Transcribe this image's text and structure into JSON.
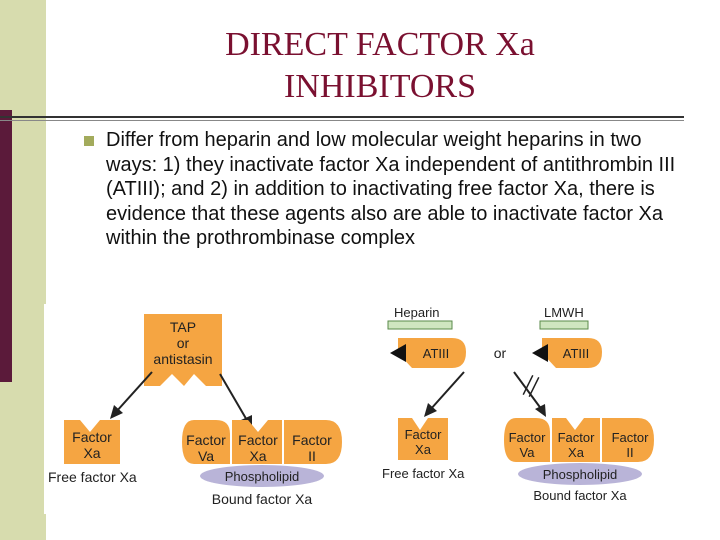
{
  "slide": {
    "title_line1": "DIRECT FACTOR Xa",
    "title_line2": "INHIBITORS",
    "bullet_text": "Differ from heparin and low molecular weight heparins in two ways: 1) they inactivate factor Xa independent of antithrombin III (ATIII); and 2) in addition to inactivating free factor Xa, there is evidence that these agents also are able to inactivate factor Xa within the prothrombinase complex"
  },
  "figure_left": {
    "inhibitor_line1": "TAP",
    "inhibitor_line2": "or",
    "inhibitor_line3": "antistasin",
    "free_factor_line1": "Factor",
    "free_factor_line2": "Xa",
    "free_caption": "Free factor Xa",
    "va_line1": "Factor",
    "va_line2": "Va",
    "xa_line1": "Factor",
    "xa_line2": "Xa",
    "ii_line1": "Factor",
    "ii_line2": "II",
    "phospholipid": "Phospholipid",
    "bound_caption": "Bound factor Xa"
  },
  "figure_right": {
    "heparin": "Heparin",
    "lmwh": "LMWH",
    "atiii_left": "ATIII",
    "or": "or",
    "atiii_right": "ATIII",
    "free_factor_line1": "Factor",
    "free_factor_line2": "Xa",
    "free_caption": "Free factor Xa",
    "va_line1": "Factor",
    "va_line2": "Va",
    "xa_line1": "Factor",
    "xa_line2": "Xa",
    "ii_line1": "Factor",
    "ii_line2": "II",
    "phospholipid": "Phospholipid",
    "bound_caption": "Bound factor Xa"
  },
  "colors": {
    "title": "#7a1030",
    "sidebar": "#d7dcae",
    "sidebar_dark": "#5b1a3a",
    "bullet": "#a3ab5c",
    "factor_box": "#f5a542",
    "phospholipid": "#b9b4d8",
    "heparin_bar": "#cfe6c0"
  }
}
